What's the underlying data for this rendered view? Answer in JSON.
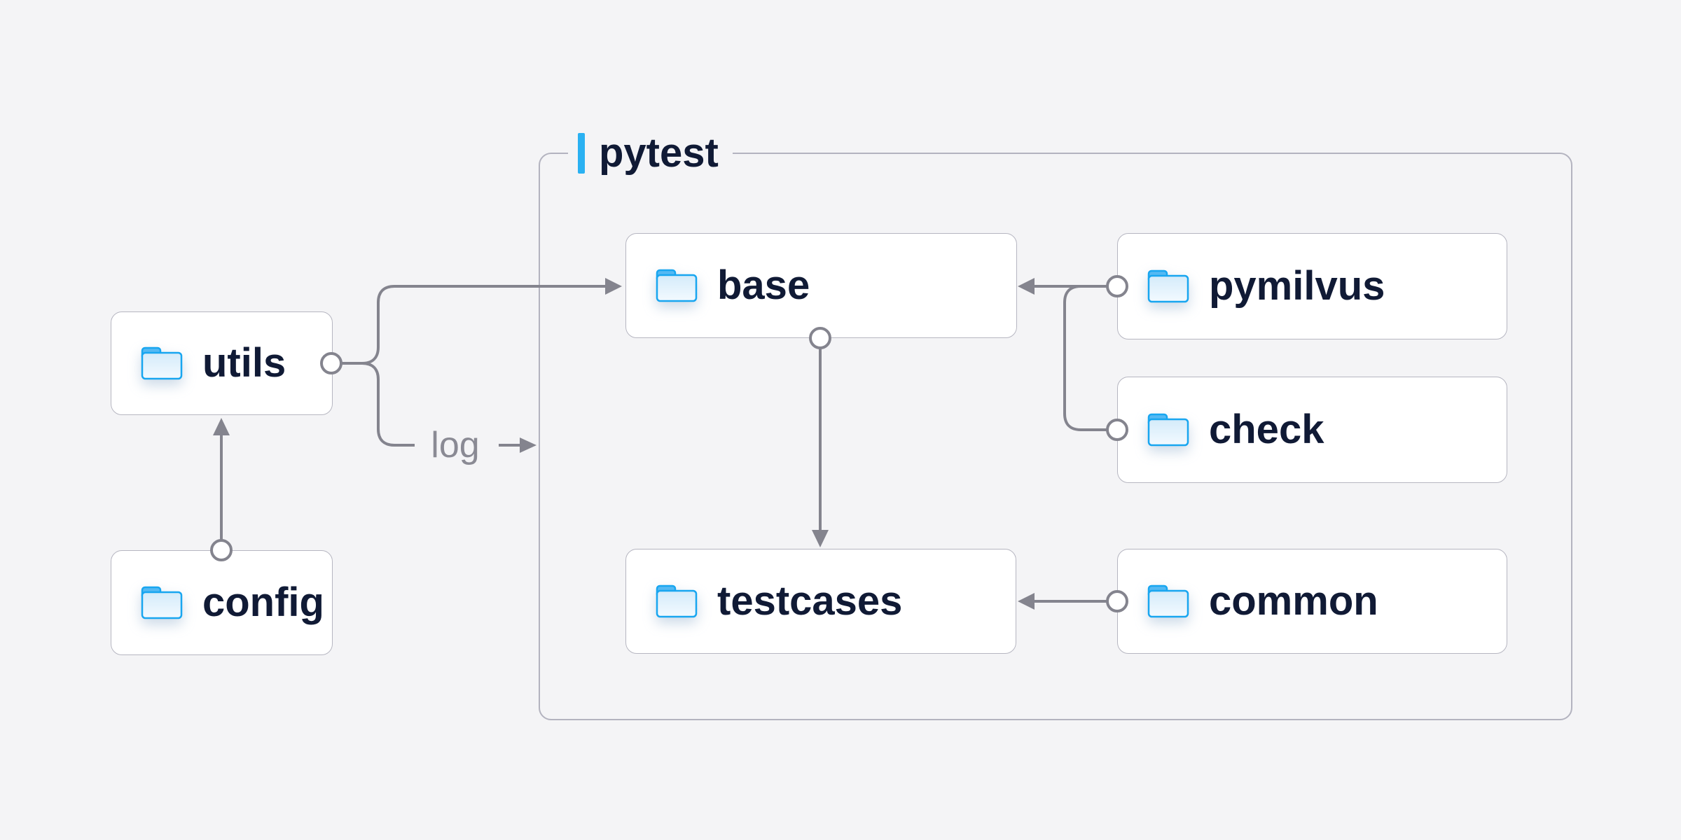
{
  "diagram": {
    "description": "Folder structure diagram of a pytest test project",
    "colors": {
      "background": "#F4F4F6",
      "card_fill": "#FFFFFF",
      "card_border": "#B6B6C1",
      "container_border": "#B3B3BF",
      "connector": "#84848E",
      "label_text": "#101A35",
      "muted_text": "#8A8A94",
      "accent_blue": "#2AB1F2",
      "folder_stroke": "#18A6F0",
      "folder_tab": "#54B9F3"
    }
  },
  "container": {
    "label": "pytest"
  },
  "nodes": [
    {
      "id": "utils",
      "label": "utils"
    },
    {
      "id": "config",
      "label": "config"
    },
    {
      "id": "base",
      "label": "base"
    },
    {
      "id": "pymilvus",
      "label": "pymilvus"
    },
    {
      "id": "check",
      "label": "check"
    },
    {
      "id": "testcases",
      "label": "testcases"
    },
    {
      "id": "common",
      "label": "common"
    }
  ],
  "edges": [
    {
      "from": "utils",
      "to": "base"
    },
    {
      "from": "utils",
      "to": "pytest-container",
      "label": "log"
    },
    {
      "from": "config",
      "to": "utils"
    },
    {
      "from": "base",
      "to": "testcases"
    },
    {
      "from": "pymilvus",
      "to": "base"
    },
    {
      "from": "check",
      "to": "base"
    },
    {
      "from": "common",
      "to": "testcases"
    }
  ]
}
